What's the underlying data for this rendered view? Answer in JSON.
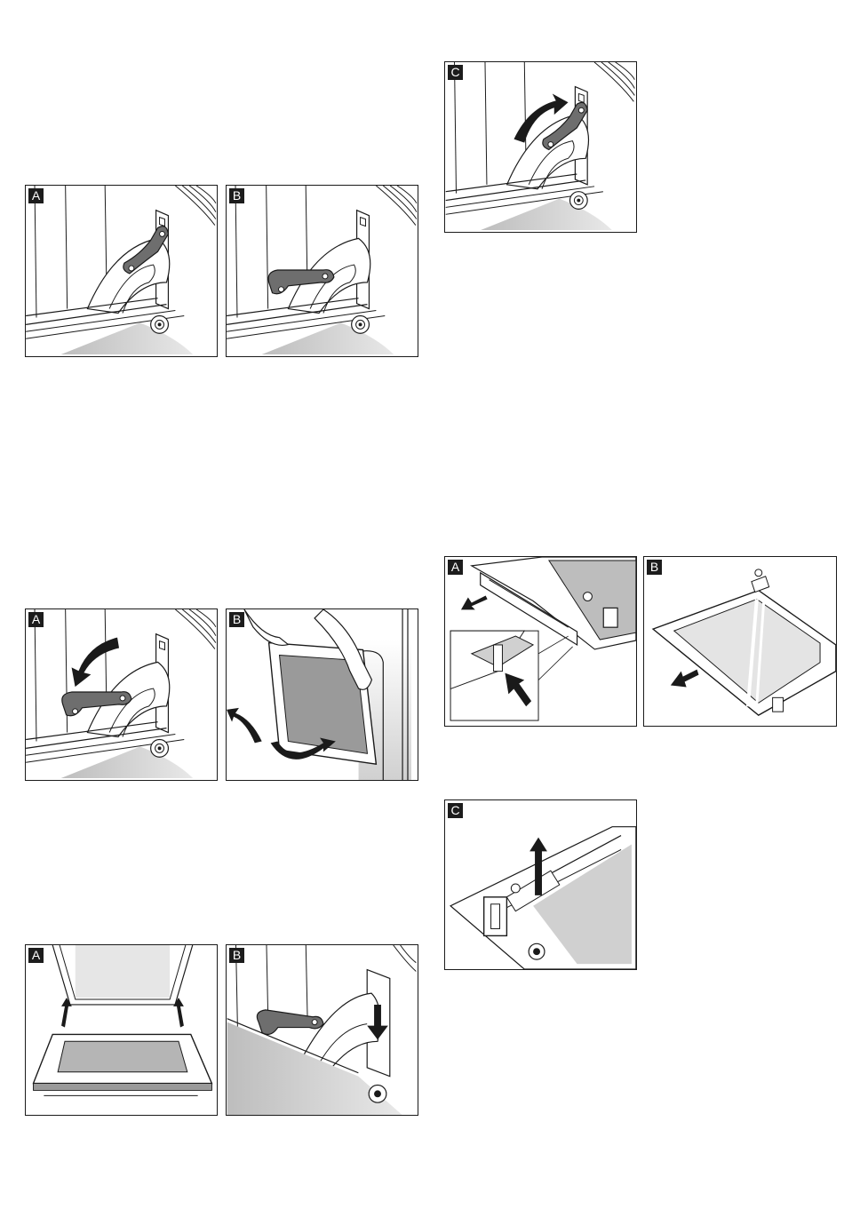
{
  "figures": [
    {
      "id": "fig1",
      "panels": [
        {
          "label": "A"
        },
        {
          "label": "B"
        }
      ]
    },
    {
      "id": "fig2",
      "panels": [
        {
          "label": "C"
        }
      ]
    },
    {
      "id": "fig3",
      "panels": [
        {
          "label": "A"
        },
        {
          "label": "B"
        }
      ]
    },
    {
      "id": "fig4",
      "panels": [
        {
          "label": "A"
        },
        {
          "label": "B"
        }
      ]
    },
    {
      "id": "fig5",
      "panels": [
        {
          "label": "C"
        }
      ]
    },
    {
      "id": "fig6",
      "panels": [
        {
          "label": "A"
        },
        {
          "label": "B"
        }
      ]
    }
  ],
  "colors": {
    "line": "#1a1a1a",
    "lever": "#6e6e6e",
    "floor": "#cfcfcf",
    "glass": "#d9d9d9"
  }
}
